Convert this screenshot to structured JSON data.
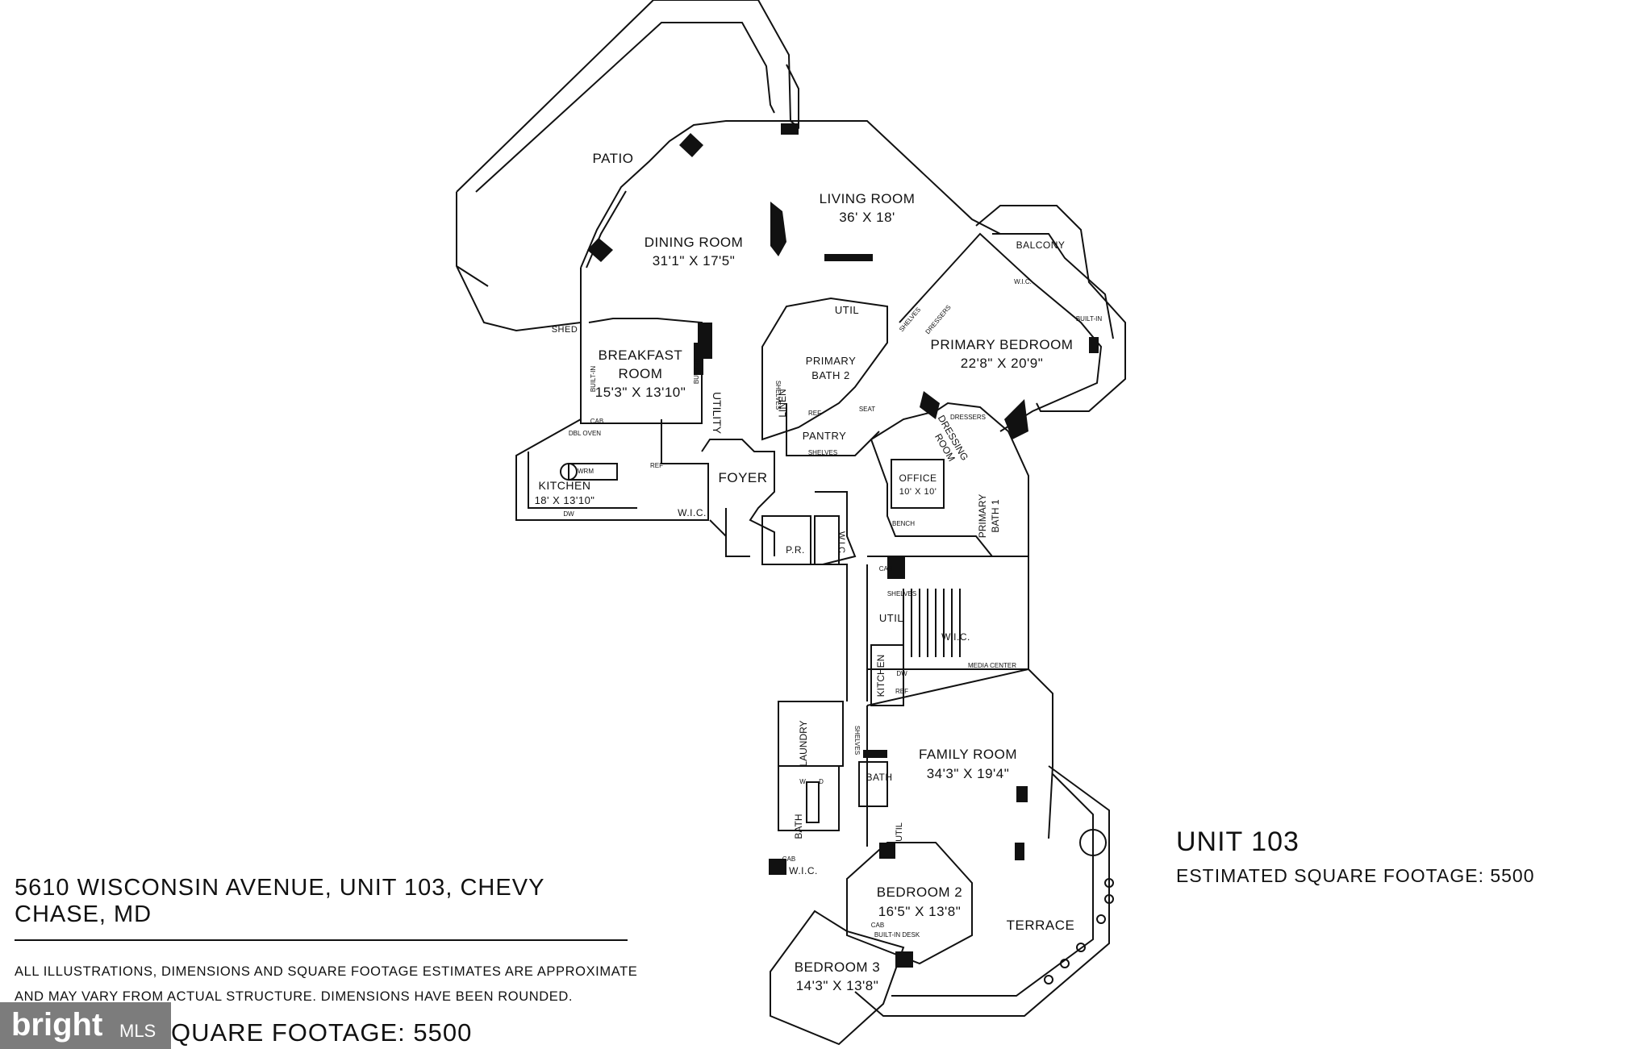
{
  "rooms": {
    "patio": "PATIO",
    "dining_name": "DINING ROOM",
    "dining_dim": "31'1\" X 17'5\"",
    "living_name": "LIVING ROOM",
    "living_dim": "36' X 18'",
    "balcony": "BALCONY",
    "primary_bed_name": "PRIMARY BEDROOM",
    "primary_bed_dim": "22'8\" X 20'9\"",
    "breakfast_name_1": "BREAKFAST",
    "breakfast_name_2": "ROOM",
    "breakfast_dim": "15'3\" X 13'10\"",
    "kitchen_name": "KITCHEN",
    "kitchen_dim": "18' X 13'10\"",
    "foyer": "FOYER",
    "utility": "UTILITY",
    "util_top": "UTIL",
    "primary_bath2_1": "PRIMARY",
    "primary_bath2_2": "BATH 2",
    "linen": "LINEN",
    "pantry": "PANTRY",
    "shed": "SHED",
    "wic_kitchen": "W.I.C.",
    "pr": "P.R.",
    "wic_foyer": "W.I.C.",
    "dressing_1": "DRESSING",
    "dressing_2": "ROOM",
    "office_name": "OFFICE",
    "office_dim": "10' X 10'",
    "primary_bath1_1": "PRIMARY",
    "primary_bath1_2": "BATH 1",
    "util_mid": "UTIL",
    "wic_big": "W.I.C.",
    "kitchen_small": "KITCHEN",
    "laundry": "LAUNDRY",
    "family_name": "FAMILY ROOM",
    "family_dim": "34'3\" X 19'4\"",
    "bath_a": "BATH",
    "bath_b": "BATH",
    "util_low": "UTIL",
    "wic_low": "W.I.C.",
    "bed2_name": "BEDROOM 2",
    "bed2_dim": "16'5\" X 13'8\"",
    "bed3_name": "BEDROOM 3",
    "bed3_dim": "14'3\" X 13'8\"",
    "terrace": "TERRACE"
  },
  "fixtures": {
    "shelves_1": "SHELVES",
    "shelves_2": "SHELVES",
    "shelves_3": "SHELVES",
    "shelves_4": "SHELVES",
    "shelves_5": "SHELVES",
    "built_in_1": "BUILT-IN",
    "built_in_2": "BUILT-IN",
    "built_in_3": "BUILT-IN",
    "wic_balcony": "W.I.C.",
    "dressers_1": "DRESSERS",
    "dressers_2": "DRESSERS",
    "bench": "BENCH",
    "seat": "SEAT",
    "ref_1": "REF",
    "ref_2": "REF",
    "ref_3": "REF",
    "cab_1": "CAB",
    "cab_2": "CAB",
    "cab_3": "CAB",
    "cab_4": "CAB",
    "dbl_oven": "DBL OVEN",
    "wrm": "WRM",
    "dw_1": "DW",
    "dw_2": "DW",
    "media_center": "MEDIA CENTER",
    "built_in_desk": "BUILT-IN DESK",
    "w": "W",
    "d": "D"
  },
  "footer": {
    "address": "5610 WISCONSIN AVENUE, UNIT 103, CHEVY CHASE, MD",
    "disclaimer_1": "ALL ILLUSTRATIONS, DIMENSIONS AND SQUARE FOOTAGE ESTIMATES ARE APPROXIMATE",
    "disclaimer_2": "AND MAY VARY FROM ACTUAL STRUCTURE. DIMENSIONS HAVE BEEN ROUNDED.",
    "unit": "UNIT 103",
    "sqft": "ESTIMATED SQUARE FOOTAGE: 5500",
    "sqft_partial": "QUARE FOOTAGE: 5500",
    "logo": "bright",
    "logo_mls": "MLS"
  }
}
